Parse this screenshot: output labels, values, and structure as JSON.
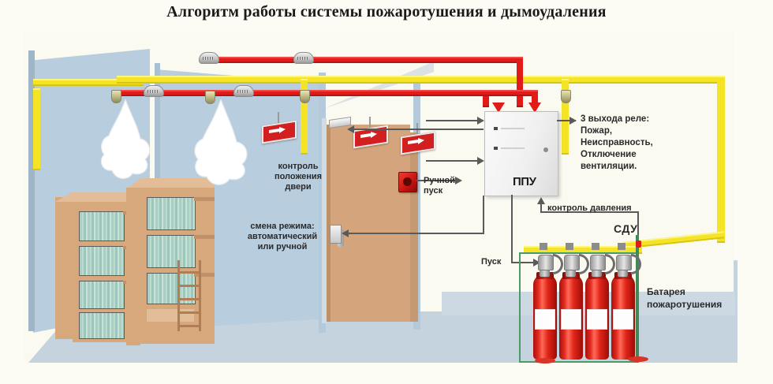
{
  "title": "Алгоритм работы системы пожаротушения и дымоудаления",
  "labels": {
    "relay_outputs": "3 выхода реле:\nПожар,\nНеисправность,\nОтключение\nвентиляции.",
    "door_position": "контроль\nположения\nдвери",
    "mode_switch": "смена режима:\nавтоматический\nили ручной",
    "manual_start": "Ручной\nпуск",
    "pressure_control": "контроль давления",
    "sdu": "СДУ",
    "ppu": "ППУ",
    "start": "Пуск",
    "battery": "Батарея\nпожаротушения"
  },
  "colors": {
    "pipe_yellow": "#f5e325",
    "cable_red": "#e01b18",
    "signal_gray": "#5a5a5a",
    "cylinder_red": "#e22b20",
    "wall_blue": "#b8cddd",
    "floor": "#c5d3df",
    "background": "#fdfcf4",
    "door_tan": "#d4a57c",
    "green_frame": "#4c9a63"
  },
  "devices": {
    "smoke_detectors": 4,
    "sprinkler_nozzles": 4,
    "exit_signs": 3,
    "cylinders": 4,
    "call_points": 1,
    "control_panel": "ППУ",
    "pressure_switch": "СДУ"
  }
}
